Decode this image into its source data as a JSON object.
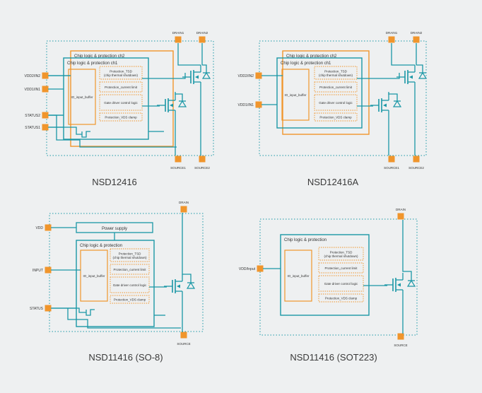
{
  "colors": {
    "background": "#eef0f1",
    "teal": "#1a97a6",
    "orange": "#f0952c",
    "pin": "#f0952c",
    "text": "#333333"
  },
  "panels": {
    "p1": {
      "caption": "NSD12416",
      "outer_label": "Chip logic & protection ch2",
      "inner_label": "Chip logic & protection ch1",
      "io_buffer": "IO_input_buffer",
      "blocks": [
        "Protection_TSD\n(chip thermal shutdown)",
        "Protection_current limit",
        "Gate driver control logic",
        "Protection_VDS clamp"
      ],
      "pins_left": [
        "VDD2/IN2",
        "VDD1/IN1",
        "STATUS2",
        "STATUS1"
      ],
      "pins_top": [
        "DRAIN1",
        "DRAIN2"
      ],
      "pins_bottom": [
        "SOURCE1",
        "SOURCE2"
      ]
    },
    "p2": {
      "caption": "NSD12416A",
      "outer_label": "Chip logic & protection ch2",
      "inner_label": "Chip logic & protection ch1",
      "io_buffer": "IO_input_buffer",
      "blocks": [
        "Protection_TSD\n(chip thermal shutdown)",
        "Protection_current limit",
        "Gate driver control logic",
        "Protection_VDS clamp"
      ],
      "pins_left": [
        "VDD2/IN2",
        "VDD1/IN1"
      ],
      "pins_top": [
        "DRAIN1",
        "DRAIN2"
      ],
      "pins_bottom": [
        "SOURCE1",
        "SOURCE2"
      ]
    },
    "p3": {
      "caption": "NSD11416 (SO-8)",
      "power_supply": "Power supply",
      "inner_label": "Chip logic & protection",
      "io_buffer": "IO_input_buffer",
      "blocks": [
        "Protection_TSD\n(chip thermal shutdown)",
        "Protection_current limit",
        "Gate driver control logic",
        "Protection_VDS clamp"
      ],
      "pins_left": [
        "VDD",
        "INPUT",
        "STATUS"
      ],
      "pins_top": [
        "DRAIN"
      ],
      "pins_bottom": [
        "SOURCE"
      ]
    },
    "p4": {
      "caption": "NSD11416 (SOT223)",
      "inner_label": "Chip logic & protection",
      "io_buffer": "IO_input_buffer",
      "blocks": [
        "Protection_TSD\n(chip thermal shutdown)",
        "Protection_current limit",
        "Gate driver control logic",
        "Protection_VDS clamp"
      ],
      "pins_left": [
        "VDD/Input"
      ],
      "pins_top": [
        "DRAIN"
      ],
      "pins_bottom": [
        "SOURCE"
      ]
    }
  }
}
